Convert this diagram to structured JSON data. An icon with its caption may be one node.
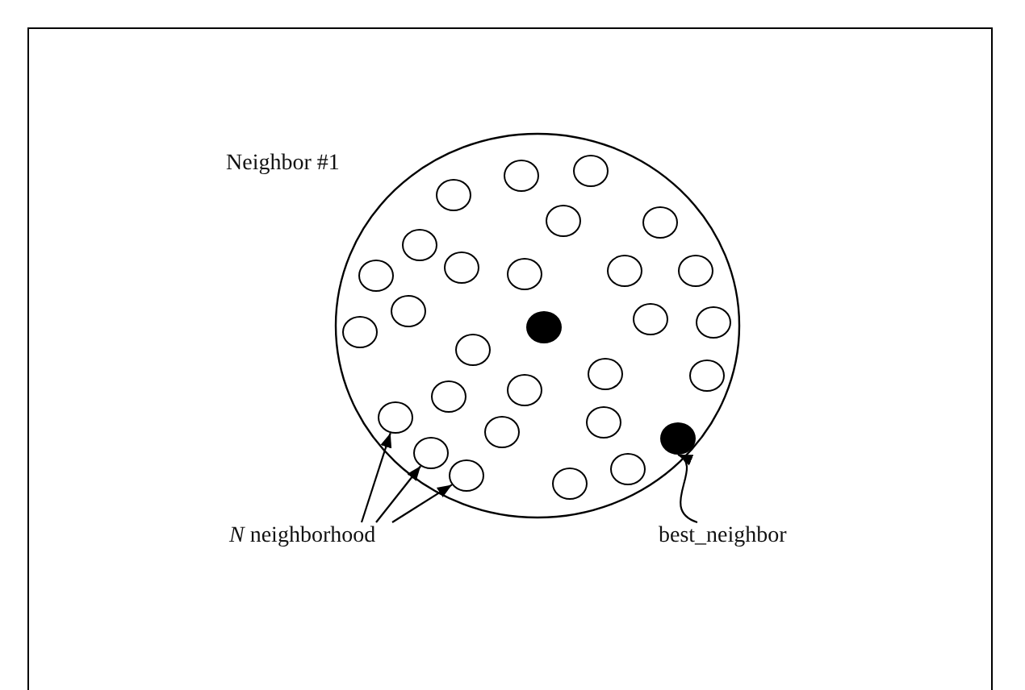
{
  "diagram": {
    "nodes": [
      {
        "text": [
          "Neighbor #1"
        ]
      },
      {
        "text": [],
        "shape": "circle",
        "in": 0
      },
      {
        "text": [],
        "shape": "circle",
        "in": 0
      },
      {
        "text": [],
        "shape": "circle",
        "in": 0
      },
      {
        "text": [],
        "shape": "circle",
        "in": 0
      },
      {
        "text": [],
        "shape": "circle",
        "in": 0
      },
      {
        "text": [],
        "shape": "circle",
        "in": 0
      },
      {
        "text": [],
        "shape": "circle",
        "in": 0
      },
      {
        "text": [],
        "shape": "circle",
        "in": 0
      },
      {
        "text": [],
        "shape": "circle",
        "in": 0
      },
      {
        "text": [],
        "shape": "circle",
        "in": 0
      },
      {
        "text": [],
        "shape": "circle",
        "in": 0
      },
      {
        "text": [],
        "shape": "circle",
        "in": 0
      },
      {
        "text": [],
        "shape": "circle",
        "in": 0
      },
      {
        "text": [],
        "shape": "circle",
        "in": 0
      },
      {
        "text": [],
        "shape": "circle",
        "in": 0
      },
      {
        "text": [],
        "shape": "circle",
        "in": 0
      },
      {
        "text": [],
        "shape": "circle",
        "in": 0
      },
      {
        "text": [],
        "shape": "circle",
        "in": 0
      },
      {
        "text": [],
        "shape": "circle",
        "in": 0
      },
      {
        "text": [],
        "shape": "circle",
        "in": 0
      },
      {
        "text": [],
        "shape": "circle",
        "in": 0
      },
      {
        "text": [],
        "shape": "circle",
        "in": 0
      },
      {
        "text": [],
        "shape": "circle",
        "in": 0
      },
      {
        "text": [],
        "shape": "circle",
        "in": 0
      },
      {
        "text": [],
        "shape": "circle",
        "in": 0
      },
      {
        "text": [],
        "shape": "circle",
        "in": 0
      },
      {
        "text": [],
        "shape": "circle",
        "in": 0
      },
      {
        "text": [],
        "shape": "circle",
        "in": 0
      },
      {
        "text": [],
        "shape": "circle",
        "in": 0
      },
      {
        "text": [
          "*N* neighborhood"
        ]
      },
      {
        "text": [
          "best_neighbor"
        ]
      }
    ],
    "edges": [
      {
        "from": 30,
        "to": 22,
        "arrow": "to"
      },
      {
        "from": 30,
        "to": 26,
        "arrow": "to"
      },
      {
        "from": 30,
        "to": 28,
        "arrow": "to"
      },
      {
        "from": 31,
        "to": 25,
        "arrow": "to"
      }
    ]
  }
}
